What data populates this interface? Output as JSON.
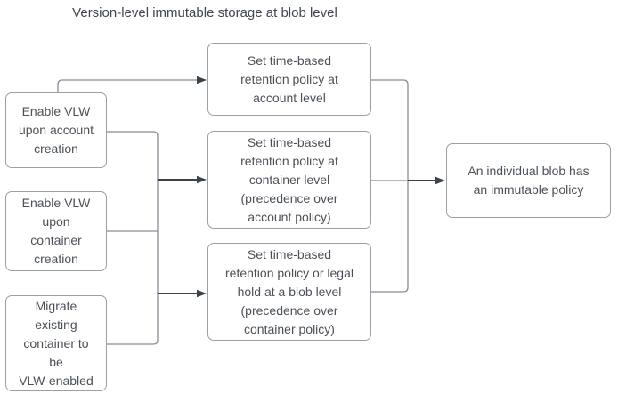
{
  "diagram": {
    "title": "Version-level immutable storage at blob level",
    "nodes": {
      "left": [
        {
          "id": "enable-vlw-account",
          "label": "Enable VLW\nupon account\ncreation"
        },
        {
          "id": "enable-vlw-container",
          "label": "Enable VLW\nupon\ncontainer\ncreation"
        },
        {
          "id": "migrate-existing-container",
          "label": "Migrate\nexisting\ncontainer to\nbe\nVLW-enabled"
        }
      ],
      "middle": [
        {
          "id": "retention-account-level",
          "label": "Set time-based\nretention policy at\naccount level"
        },
        {
          "id": "retention-container-level",
          "label": "Set time-based\nretention policy at\ncontainer level\n(precedence over\naccount policy)"
        },
        {
          "id": "retention-blob-level",
          "label": "Set time-based\nretention policy or legal\nhold at a blob level\n(precedence over\ncontainer policy)"
        }
      ],
      "right": [
        {
          "id": "blob-immutable-policy",
          "label": "An individual blob has\nan immutable policy"
        }
      ]
    },
    "edges": [
      {
        "from": "enable-vlw-account",
        "to": "retention-account-level"
      },
      {
        "from": "enable-vlw-account",
        "to": "retention-container-level"
      },
      {
        "from": "enable-vlw-container",
        "to": "retention-container-level"
      },
      {
        "from": "enable-vlw-container",
        "to": "retention-blob-level"
      },
      {
        "from": "migrate-existing-container",
        "to": "retention-blob-level"
      },
      {
        "from": "retention-account-level",
        "to": "blob-immutable-policy"
      },
      {
        "from": "retention-container-level",
        "to": "blob-immutable-policy"
      },
      {
        "from": "retention-blob-level",
        "to": "blob-immutable-policy"
      }
    ],
    "colors": {
      "background": "#ffffff",
      "node_fill": "#ffffff",
      "node_border": "#9aa0a7",
      "node_text": "#4b5158",
      "title_text": "#40464e",
      "connector": "#878d94",
      "arrow": "#3b424a"
    }
  }
}
